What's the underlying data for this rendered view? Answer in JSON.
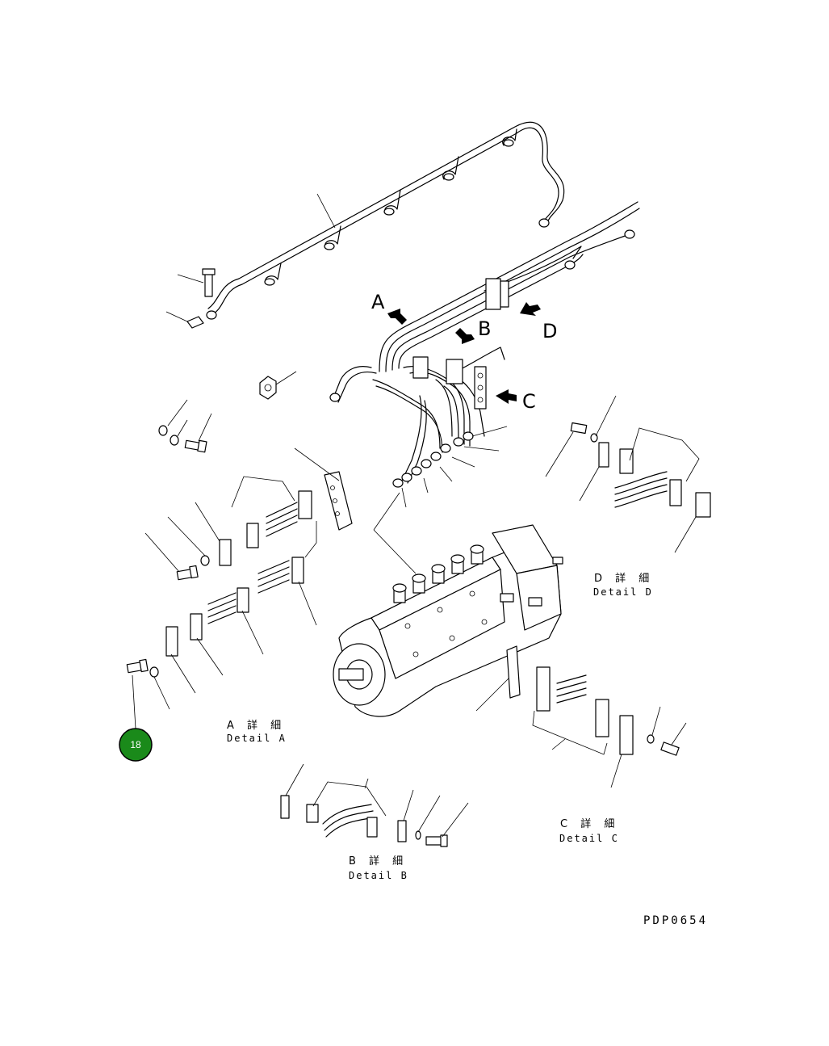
{
  "view_letters": {
    "a": "A",
    "b": "B",
    "c": "C",
    "d": "D"
  },
  "details": {
    "a": {
      "jp": "A 詳 細",
      "en": "Detail A"
    },
    "b": {
      "jp": "B 詳 細",
      "en": "Detail B"
    },
    "c": {
      "jp": "C 詳 細",
      "en": "Detail C"
    },
    "d": {
      "jp": "D 詳 細",
      "en": "Detail D"
    }
  },
  "drawing_code": "PDP0654",
  "callout": {
    "number": "18",
    "color": "#1a8a1a",
    "text_color": "#ffffff"
  }
}
